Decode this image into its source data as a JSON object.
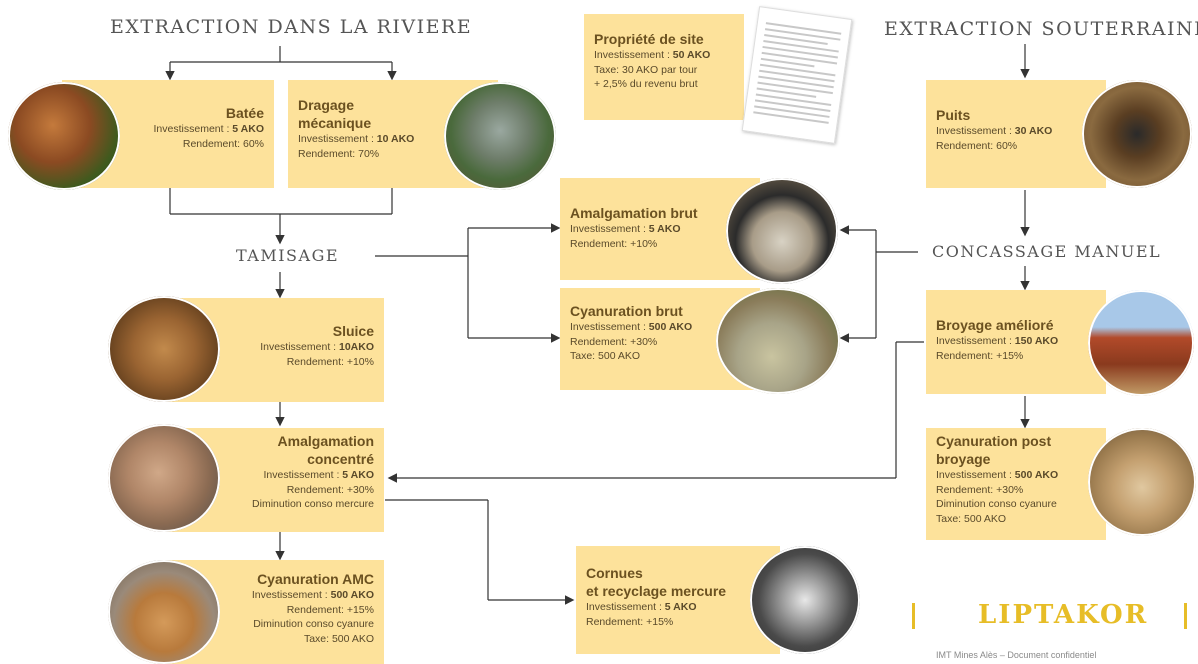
{
  "titles": {
    "river": "EXTRACTION DANS LA RIVIERE",
    "underground": "EXTRACTION SOUTERRAINE",
    "tamisage": "TAMISAGE",
    "concassage": "CONCASSAGE MANUEL"
  },
  "boxes": {
    "propriete": {
      "title": "Propriété de site",
      "inv_label": "Investissement : ",
      "inv": "50 AKO",
      "line2": "Taxe: 30 AKO par tour",
      "line3": "+ 2,5% du revenu brut"
    },
    "batee": {
      "title": "Batée",
      "inv_label": "Investissement : ",
      "inv": "5 AKO",
      "rend": "Rendement: 60%"
    },
    "dragage": {
      "title1": "Dragage",
      "title2": "mécanique",
      "inv_label": "Investissement : ",
      "inv": "10 AKO",
      "rend": "Rendement: 70%"
    },
    "puits": {
      "title": "Puits",
      "inv_label": "Investissement : ",
      "inv": "30 AKO",
      "rend": "Rendement: 60%"
    },
    "amal_brut": {
      "title": "Amalgamation brut",
      "inv_label": "Investissement : ",
      "inv": "5 AKO",
      "rend": "Rendement: +10%"
    },
    "cyan_brut": {
      "title": "Cyanuration brut",
      "inv_label": "Investissement : ",
      "inv": "500 AKO",
      "rend": "Rendement: +30%",
      "tax": "Taxe: 500  AKO"
    },
    "sluice": {
      "title": "Sluice",
      "inv_label": "Investissement : ",
      "inv": "10AKO",
      "rend": "Rendement: +10%"
    },
    "broyage": {
      "title": "Broyage amélioré",
      "inv_label": "Investissement : ",
      "inv": "150  AKO",
      "rend": "Rendement: +15%"
    },
    "amal_conc": {
      "title1": "Amalgamation",
      "title2": "concentré",
      "inv_label": "Investissement : ",
      "inv": "5 AKO",
      "rend": "Rendement: +30%",
      "extra": "Diminution conso mercure"
    },
    "cyan_post": {
      "title1": "Cyanuration post",
      "title2": "broyage",
      "inv_label": "Investissement : ",
      "inv": "500 AKO",
      "rend": "Rendement: +30%",
      "extra": "Diminution conso cyanure",
      "tax": "Taxe: 500  AKO"
    },
    "cyan_amc": {
      "title": "Cyanuration AMC",
      "inv_label": "Investissement : ",
      "inv": "500 AKO",
      "rend": "Rendement: +15%",
      "extra": "Diminution conso cyanure",
      "tax": "Taxe: 500  AKO"
    },
    "cornues": {
      "title1": "Cornues",
      "title2": "et recyclage mercure",
      "inv_label": "Investissement : ",
      "inv": "5 AKO",
      "rend": "Rendement: +15%"
    }
  },
  "brand": "LIPTAKOR",
  "footer": "IMT Mines Alès – Document confidentiel",
  "colors": {
    "box": "#fde29b",
    "brand": "#e7bd27",
    "arrow": "#333333"
  }
}
